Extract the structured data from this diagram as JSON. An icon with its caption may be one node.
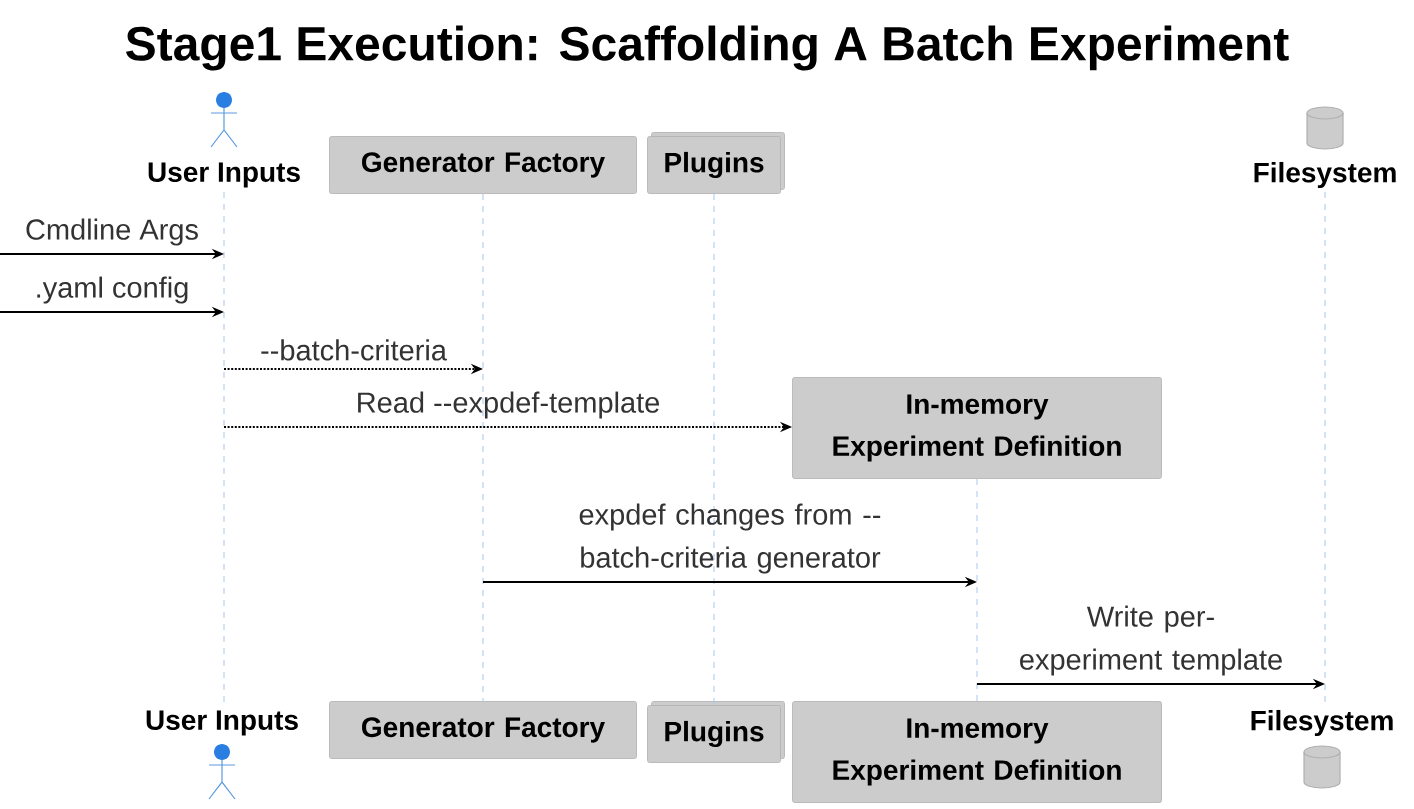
{
  "diagram": {
    "title": "Stage1 Execution: Scaffolding A Batch Experiment",
    "nodes": [
      {
        "text": [
          "User Inputs"
        ]
      },
      {
        "text": [
          "Generator Factory"
        ]
      },
      {
        "text": [
          "Plugins"
        ]
      },
      {
        "text": [
          "Filesystem"
        ]
      },
      {
        "text": [
          "In-memory Experiment Definition"
        ]
      },
      {
        "text": [
          "User Inputs"
        ]
      },
      {
        "text": [
          "Generator Factory"
        ]
      },
      {
        "text": [
          "Plugins"
        ]
      },
      {
        "text": [
          "In-memory Experiment Definition"
        ]
      },
      {
        "text": [
          "Filesystem"
        ]
      },
      {
        "text": [],
        "shape": "line"
      },
      {
        "text": [],
        "shape": "line"
      },
      {
        "text": [],
        "shape": "line"
      },
      {
        "text": [],
        "shape": "line"
      },
      {
        "text": [],
        "shape": "line"
      }
    ],
    "edges": [
      {
        "from": null,
        "to": 10,
        "arrow": "to",
        "label": "Cmdline Args"
      },
      {
        "from": null,
        "to": 10,
        "arrow": "to",
        "label": ".yaml config"
      },
      {
        "from": 10,
        "to": 11,
        "arrow": "to",
        "label": "--batch-criteria",
        "style": "dashed"
      },
      {
        "from": 10,
        "to": 4,
        "arrow": "to",
        "label": "Read --expdef-template",
        "style": "dashed"
      },
      {
        "from": 11,
        "to": 13,
        "arrow": "to",
        "label": "expdef changes from --batch-criteria generator"
      },
      {
        "from": 13,
        "to": 14,
        "arrow": "to",
        "label": "Write per-experiment template"
      }
    ]
  }
}
